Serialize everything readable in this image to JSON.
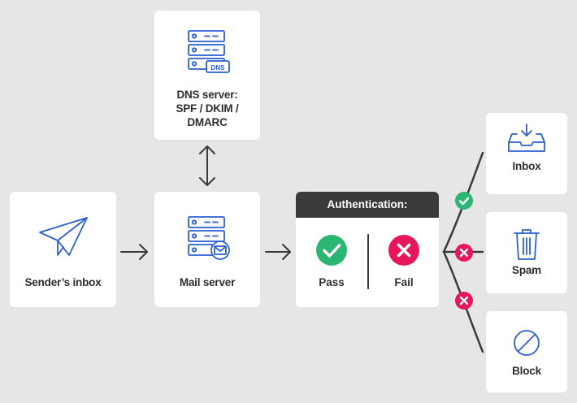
{
  "nodes": {
    "dns_server": {
      "line1": "DNS server:",
      "line2": "SPF / DKIM /",
      "line3": "DMARC",
      "icon_badge": "DNS"
    },
    "senders_inbox": {
      "label": "Sender’s inbox"
    },
    "mail_server": {
      "label": "Mail server"
    },
    "authentication": {
      "title": "Authentication:",
      "pass_label": "Pass",
      "fail_label": "Fail"
    },
    "inbox": {
      "label": "Inbox"
    },
    "spam": {
      "label": "Spam"
    },
    "block": {
      "label": "Block"
    }
  },
  "colors": {
    "background": "#e6e6e6",
    "card": "#ffffff",
    "header": "#3a3a3a",
    "icon_blue": "#2a5fd0",
    "pass_green": "#2bb673",
    "fail_red": "#e8175d",
    "text": "#2e2e2e"
  },
  "icons": {
    "senders_inbox": "paper-plane-icon",
    "mail_server": "server-mail-icon",
    "dns_server": "server-dns-icon",
    "pass": "check-icon",
    "fail": "close-icon",
    "inbox": "inbox-tray-icon",
    "spam": "trash-icon",
    "block": "block-icon"
  }
}
